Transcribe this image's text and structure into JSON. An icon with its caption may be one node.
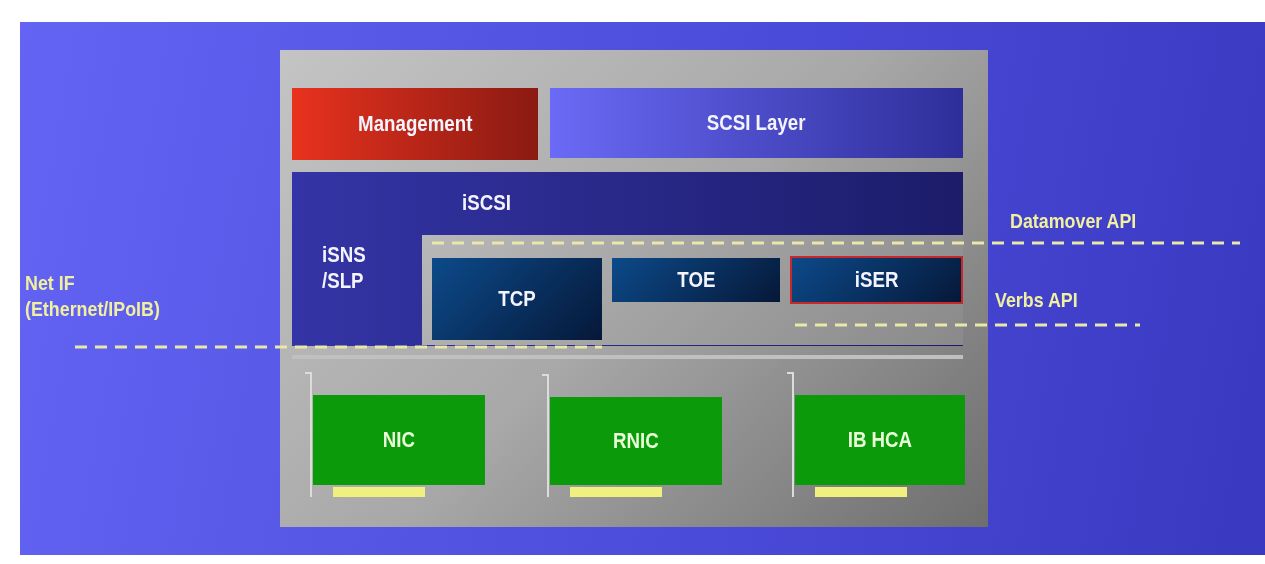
{
  "diagram": {
    "nodes": [
      {
        "text": [],
        "shape": "box"
      },
      {
        "text": [
          "Management"
        ],
        "in": 0
      },
      {
        "text": [
          "SCSI Layer"
        ],
        "in": 0
      },
      {
        "text": [
          "iSCSI",
          "iSNS /SLP"
        ],
        "in": 0
      },
      {
        "text": [],
        "shape": "box",
        "in": 3
      },
      {
        "text": [
          "TCP"
        ],
        "in": 4
      },
      {
        "text": [
          "TOE"
        ],
        "in": 4
      },
      {
        "text": [
          "iSER"
        ],
        "in": 4
      },
      {
        "text": [
          "NIC"
        ],
        "in": 0
      },
      {
        "text": [
          "RNIC"
        ],
        "in": 0
      },
      {
        "text": [
          "IB HCA"
        ],
        "in": 0
      }
    ],
    "labels": [
      "Datamover API",
      "Verbs API",
      "Net IF (Ethernet/IPoIB)"
    ]
  }
}
